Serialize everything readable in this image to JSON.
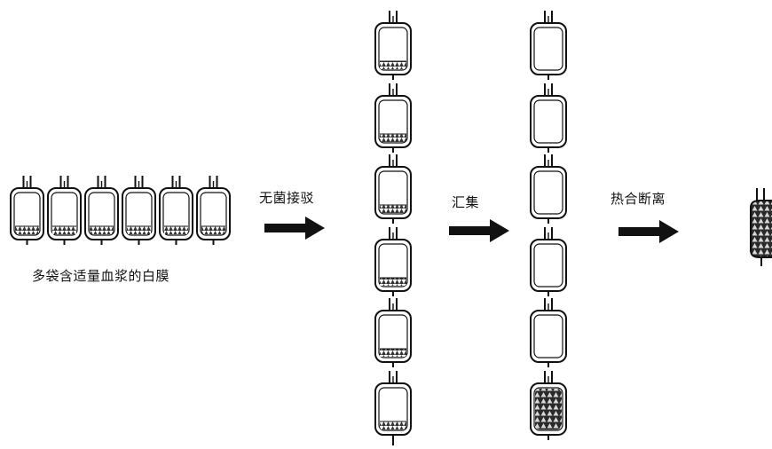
{
  "labels": {
    "source": "多袋含适量血浆的白膜",
    "step1": "无菌接驳",
    "step2": "汇集",
    "step3": "热合断离"
  },
  "colors": {
    "ink": "#111111",
    "bag_fill": "#ffffff",
    "sediment": "#555555"
  },
  "icons": {
    "blood_bag": "blood-bag-icon",
    "arrow": "right-arrow-icon"
  }
}
